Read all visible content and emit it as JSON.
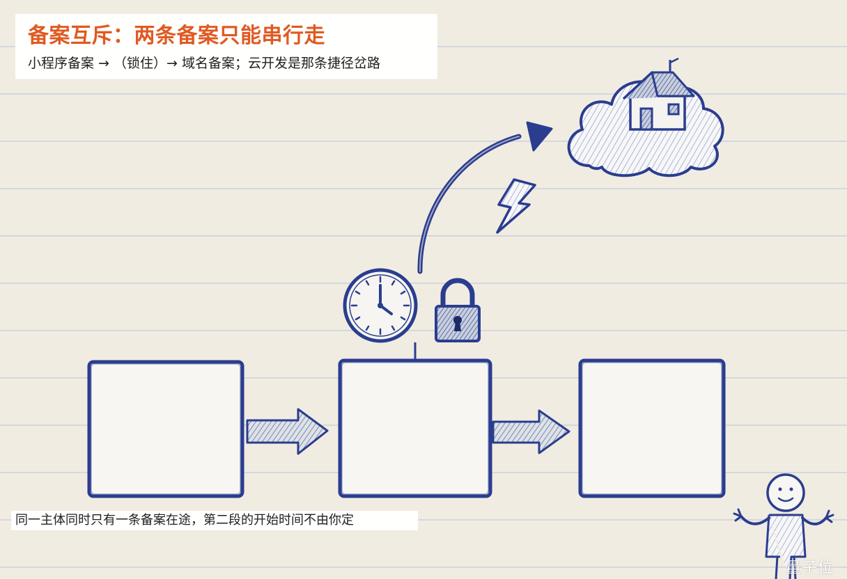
{
  "header": {
    "title": "备案互斥：两条备案只能串行走",
    "subtitle": "小程序备案 → （锁住）→ 域名备案；云开发是那条捷径岔路"
  },
  "caption": {
    "text": "同一主体同时只有一条备案在途，第二段的开始时间不由你定"
  },
  "watermark": {
    "text": "量子位"
  },
  "diagram": {
    "step_count": 3,
    "icons": [
      "clock-icon",
      "lock-icon",
      "cloud-house-icon",
      "lightning-icon",
      "stick-figure-icon"
    ],
    "colors": {
      "ink": "#2a3d8f",
      "hatch": "#7e89a3",
      "title": "#e05a22",
      "paper": "#f1ece2"
    }
  }
}
